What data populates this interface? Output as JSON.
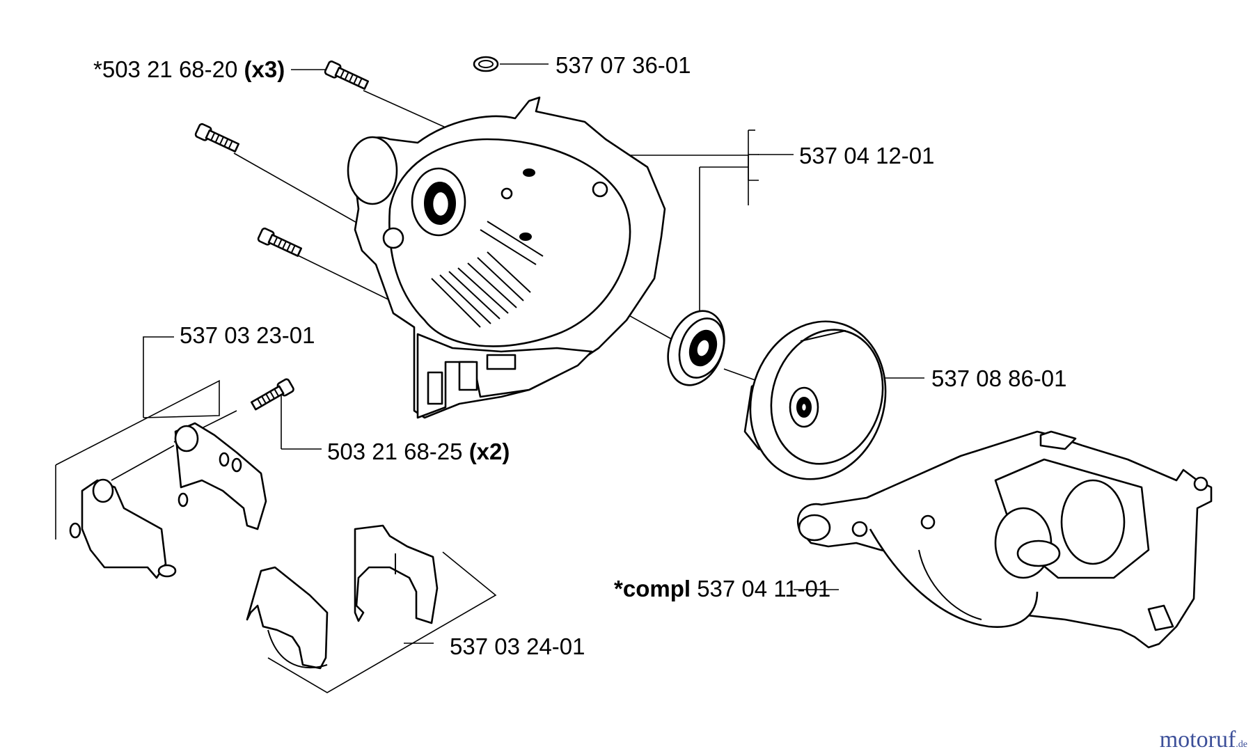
{
  "labels": {
    "screw_x3_prefix": "*503 21 68-20",
    "screw_x3_qty": "(x3)",
    "circlip": "537 07 36-01",
    "housing_pair": "537 04 12-01",
    "bracket": "537 03 23-01",
    "screw_x2_prefix": "503 21 68-25",
    "screw_x2_qty": "(x2)",
    "pulley": "537 08 86-01",
    "compl_prefix": "*compl",
    "compl_number": "537 04 11-01",
    "clamp": "537 03 24-01"
  },
  "watermark": {
    "main": "motoruf",
    "tld": ".de"
  },
  "colors": {
    "line": "#000000",
    "background": "#ffffff",
    "watermark_blue": "#3c4f99",
    "watermark_red": "#d23a2a"
  }
}
